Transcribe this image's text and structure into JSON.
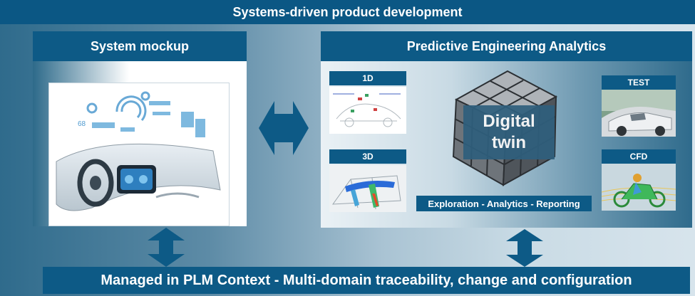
{
  "header": {
    "title": "Systems-driven product development"
  },
  "system_mockup": {
    "title": "System mockup"
  },
  "pea": {
    "title": "Predictive Engineering Analytics",
    "tiles": {
      "d1": "1D",
      "d3": "3D",
      "test": "TEST",
      "cfd": "CFD"
    },
    "cube_label_line1": "Digital",
    "cube_label_line2": "twin",
    "caption": "Exploration - Analytics - Reporting"
  },
  "footer": {
    "title": "Managed in PLM Context - Multi-domain traceability, change and configuration"
  },
  "colors": {
    "banner": "#0d5a86",
    "background": "#2f6b8c",
    "arrow": "#0d5a86"
  }
}
